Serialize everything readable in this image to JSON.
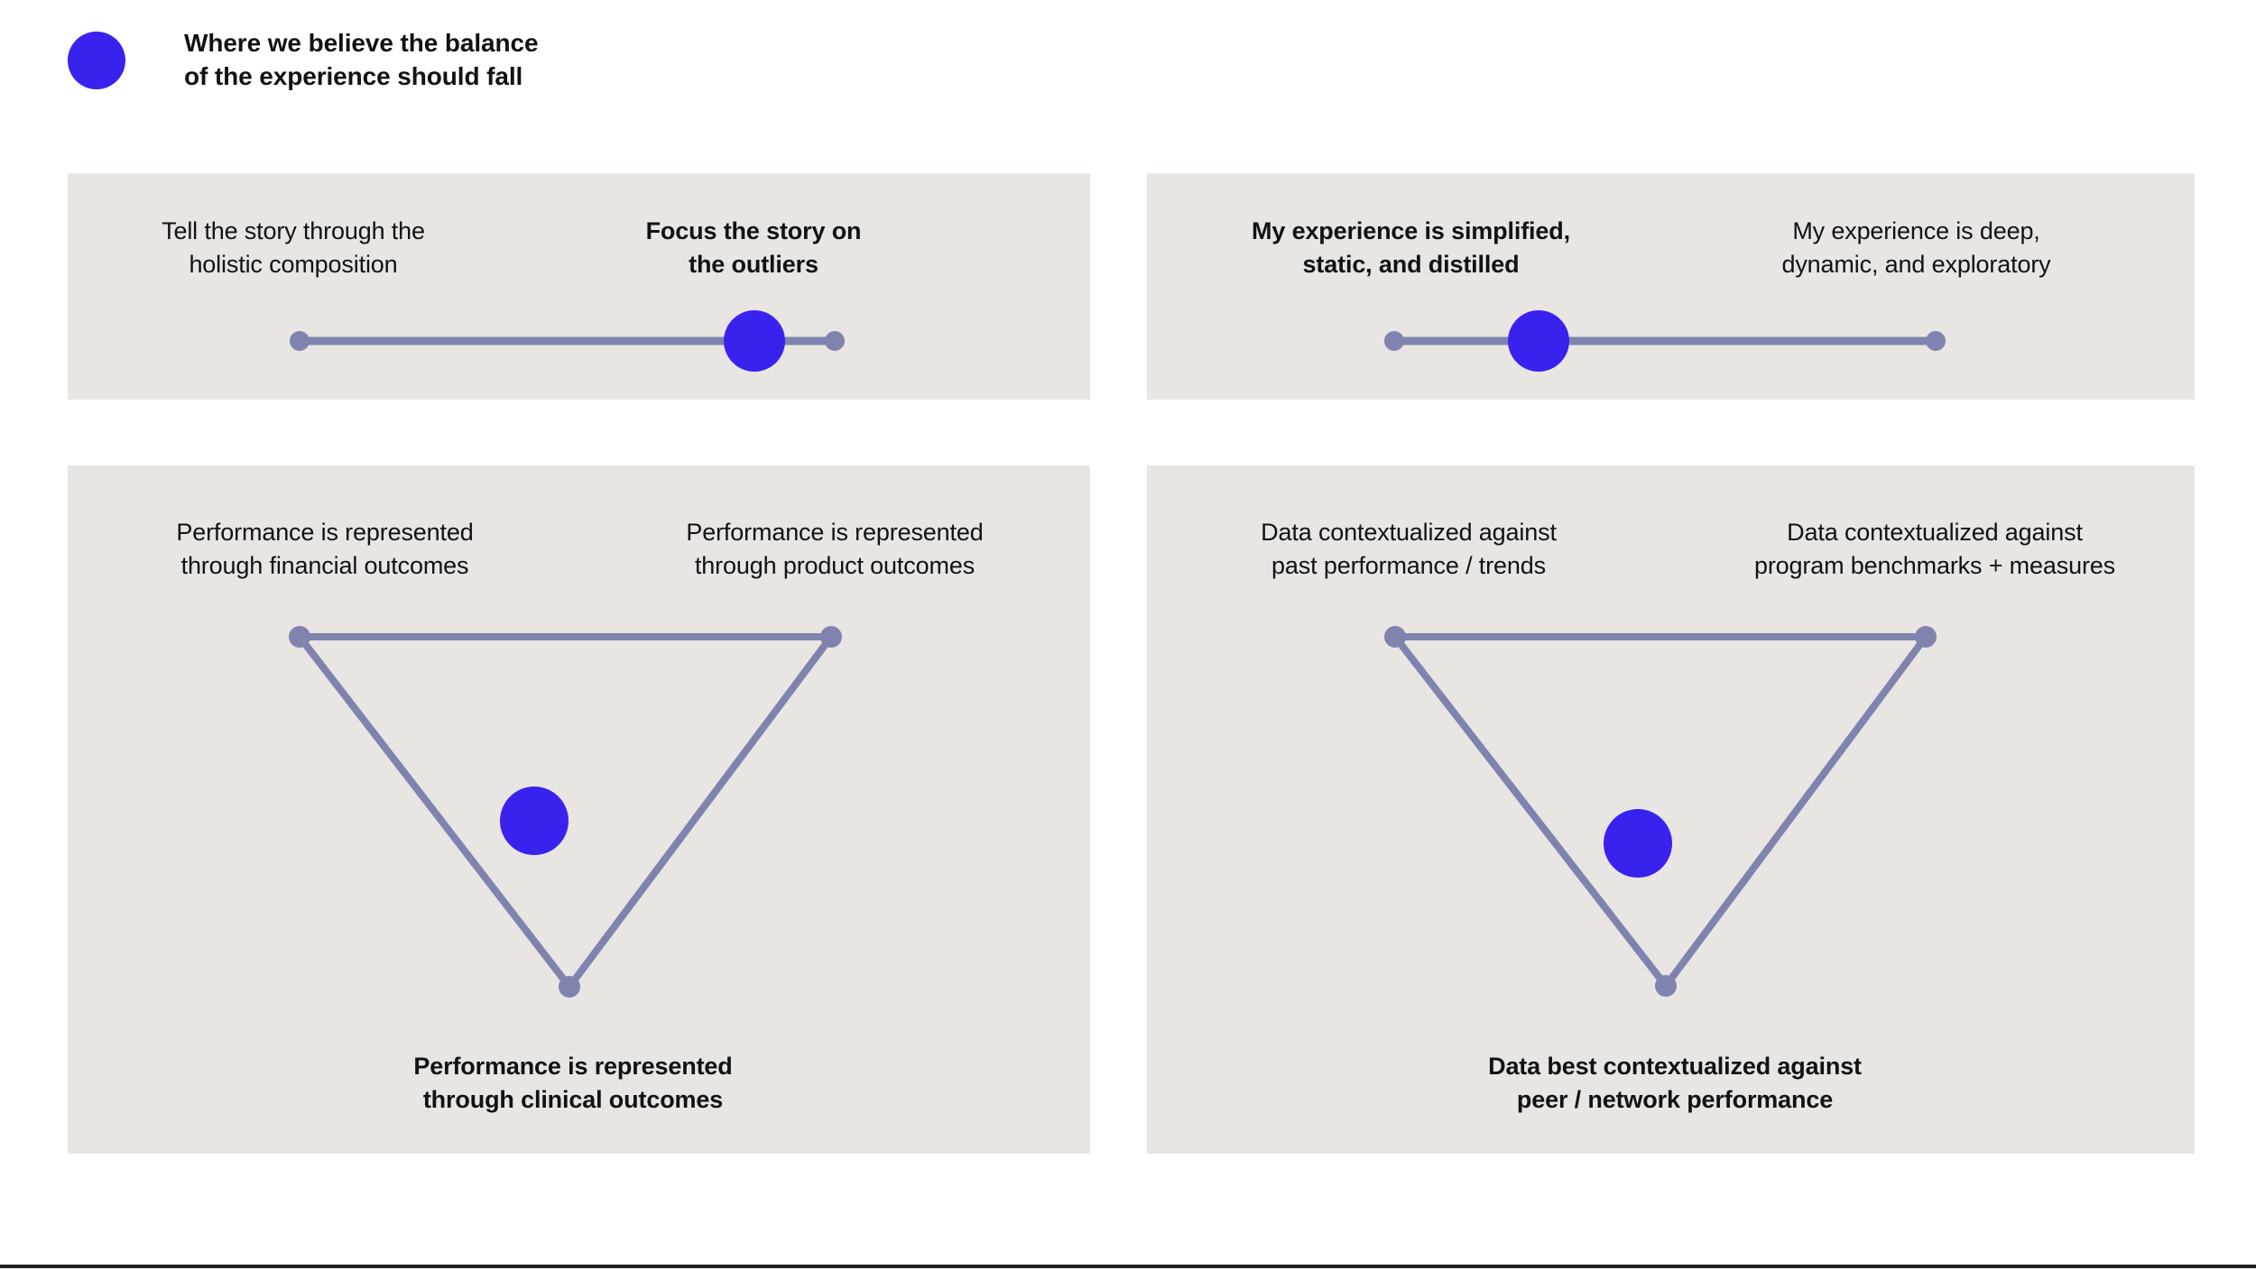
{
  "accent_color": "#3a22ee",
  "track_color": "#8083ad",
  "panel_bg": "#e9e5e2",
  "text_color": "#111214",
  "rule_color": "#231f20",
  "legend": {
    "marker_name": "blue-dot-marker",
    "text": "Where we believe the balance\nof the experience should fall"
  },
  "panels": [
    {
      "id": "panel-story-framing",
      "type": "slider",
      "left_label": "Tell the story through the\nholistic composition",
      "right_label": "Focus the story on\nthe outliers",
      "left_emphasis": false,
      "right_emphasis": true,
      "marker_position_pct": 85
    },
    {
      "id": "panel-experience-depth",
      "type": "slider",
      "left_label": "My experience is simplified,\nstatic, and distilled",
      "right_label": "My experience is deep,\ndynamic, and exploratory",
      "left_emphasis": true,
      "right_emphasis": false,
      "marker_position_pct": 27
    },
    {
      "id": "panel-performance-outcomes",
      "type": "triangle",
      "left_label": "Performance is represented\nthrough financial outcomes",
      "right_label": "Performance is represented\nthrough product outcomes",
      "bottom_label": "Performance is represented\nthrough clinical outcomes",
      "left_emphasis": false,
      "right_emphasis": false,
      "bottom_emphasis": true
    },
    {
      "id": "panel-data-context",
      "type": "triangle",
      "left_label": "Data contextualized against\npast performance / trends",
      "right_label": "Data contextualized against\nprogram benchmarks + measures",
      "bottom_label": "Data best contextualized against\npeer / network performance",
      "left_emphasis": false,
      "right_emphasis": false,
      "bottom_emphasis": true
    }
  ]
}
